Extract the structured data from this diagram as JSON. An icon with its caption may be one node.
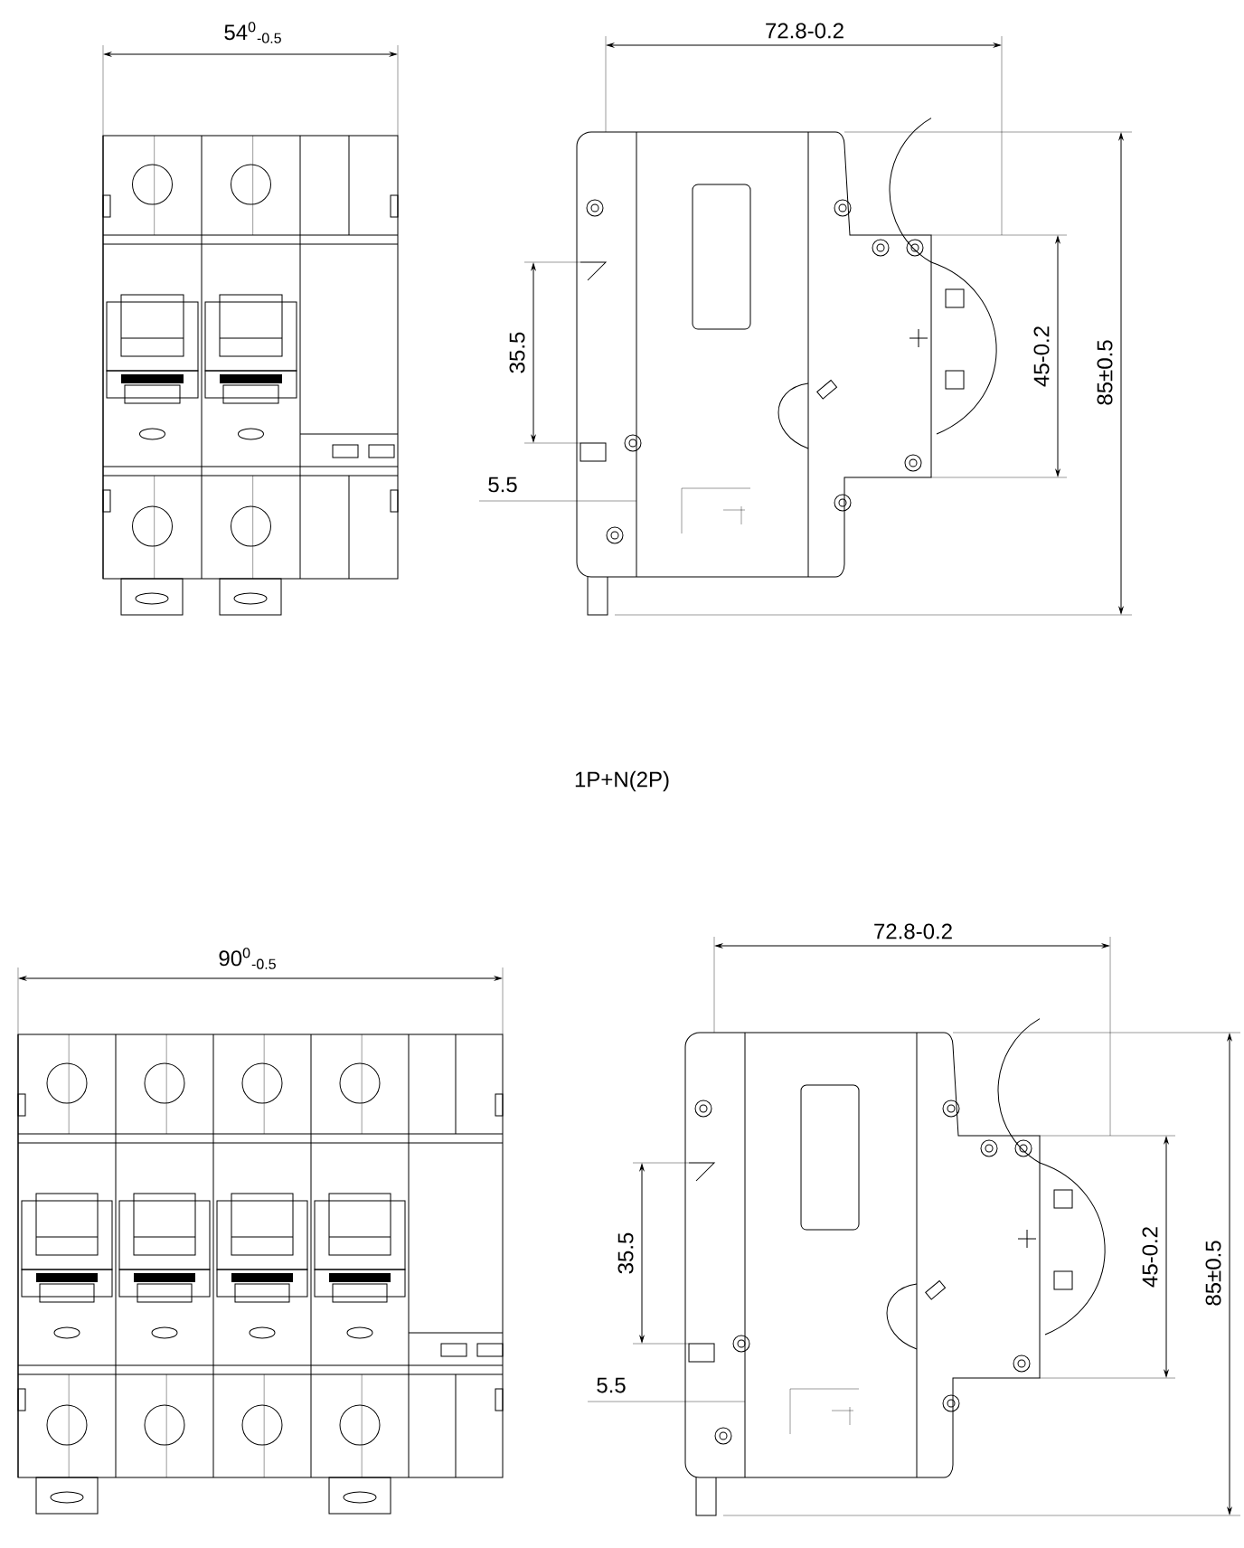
{
  "diagram": {
    "labels": [
      "54$^{0}$$_{-0.5}$",
      "72.8-0.2",
      "35.5",
      "45-0.2",
      "85±0.5",
      "5.5",
      "1P+N(2P)",
      "90$^{0}$$_{-0.5}$",
      "72.8-0.2",
      "35.5",
      "45-0.2",
      "85±0.5",
      "5.5"
    ]
  }
}
